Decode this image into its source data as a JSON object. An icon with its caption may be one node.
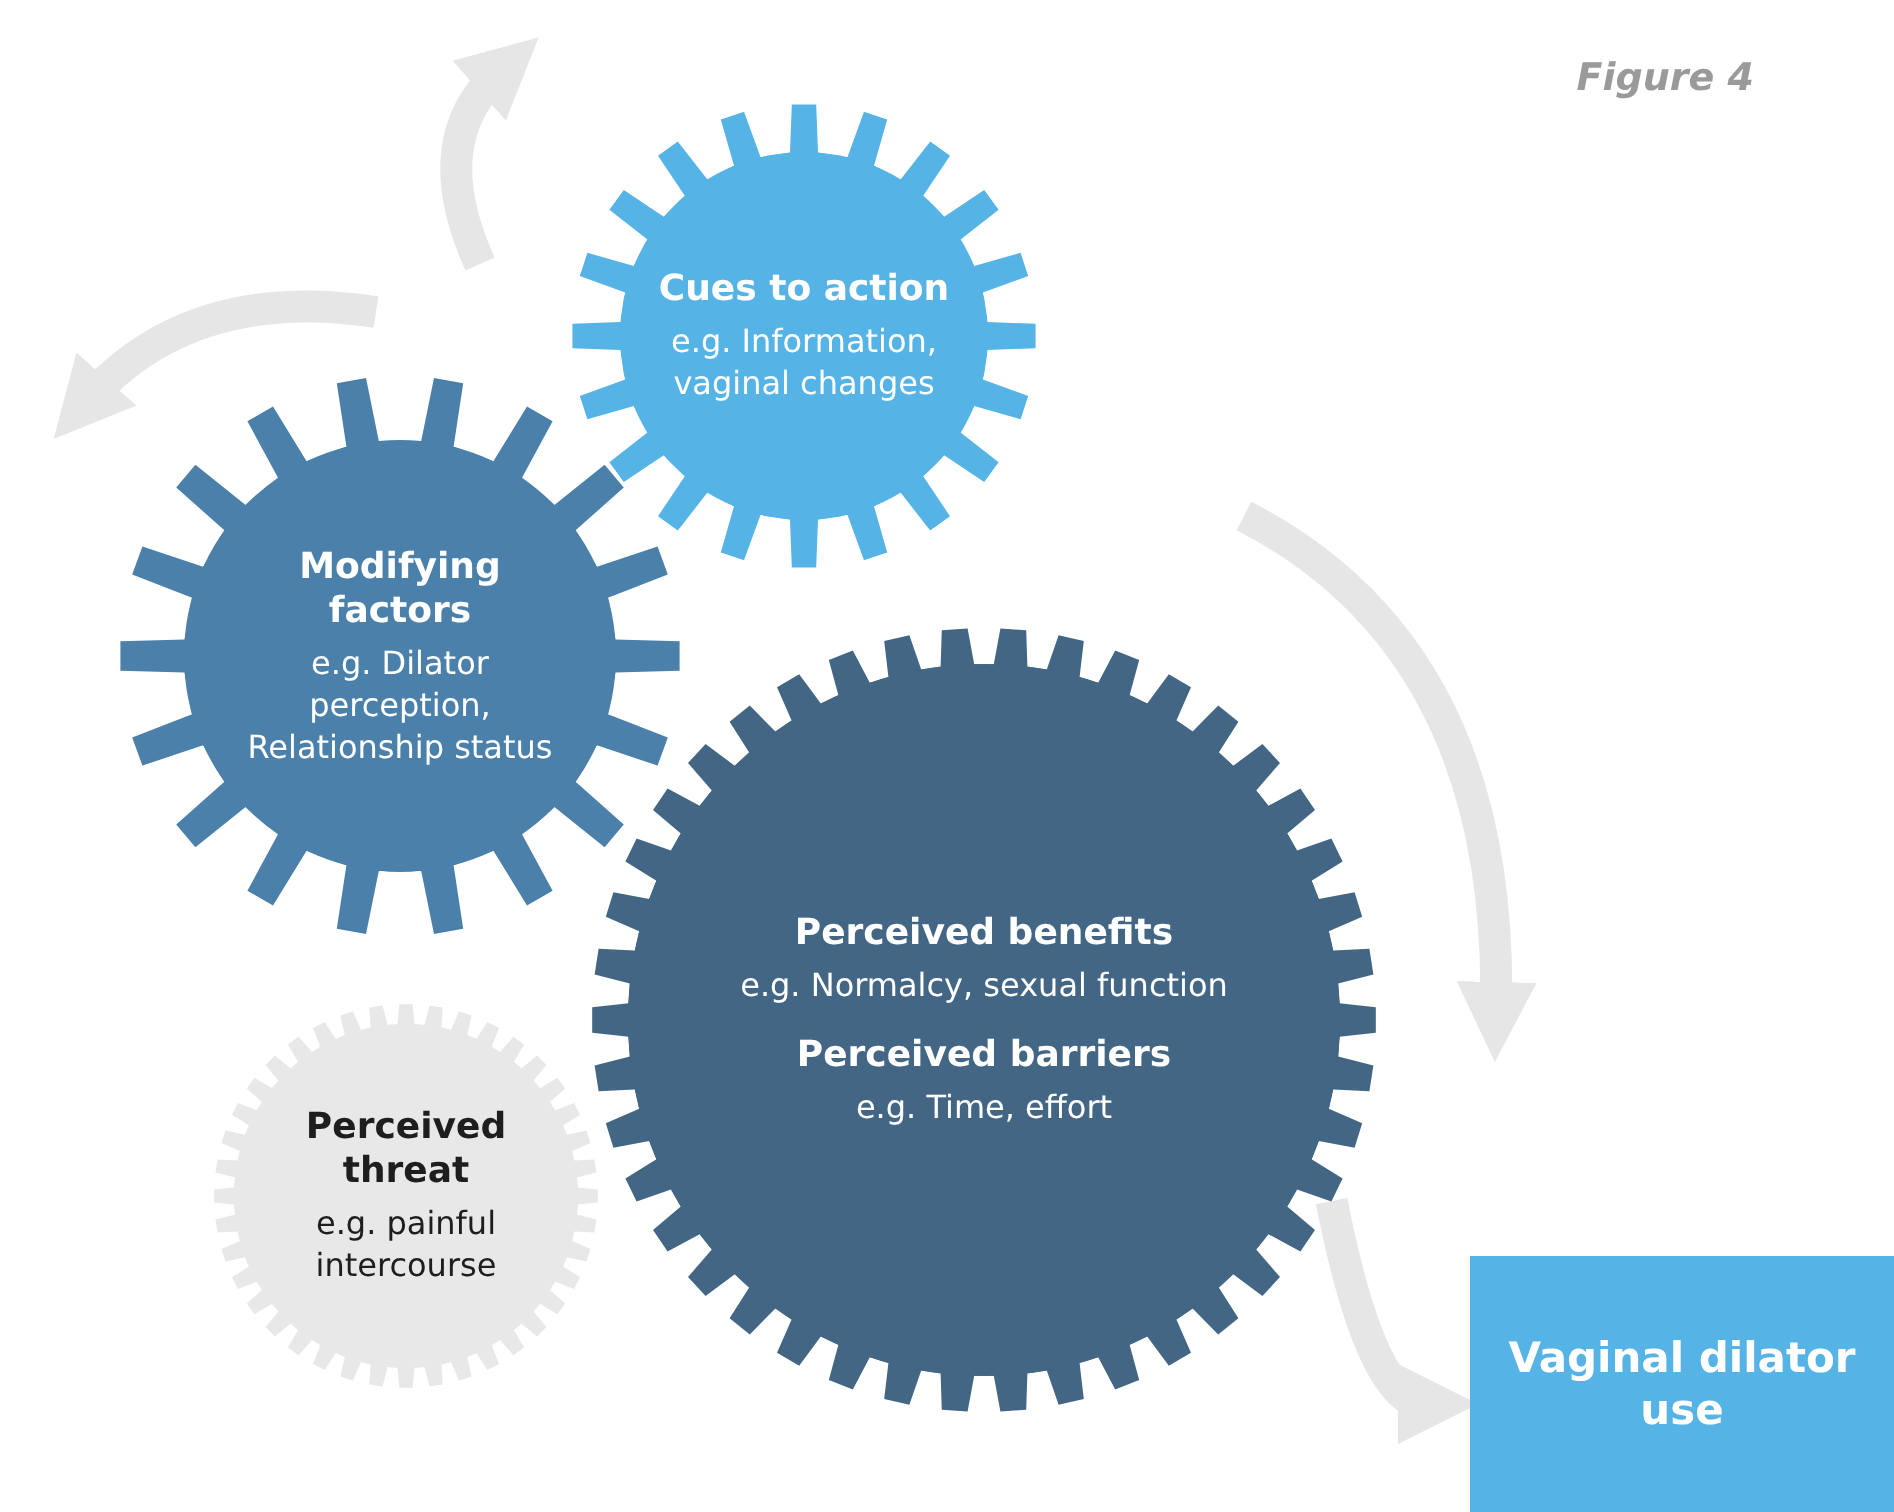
{
  "diagram": {
    "nodes": [
      {
        "text": [
          "Cues to action",
          "e.g. Information, vaginal changes"
        ]
      },
      {
        "text": [
          "Modifying factors",
          "e.g. Dilator perception, Relationship status"
        ]
      },
      {
        "text": [
          "Perceived benefits",
          "e.g. Normalcy, sexual function",
          "Perceived barriers",
          "e.g. Time, effort"
        ]
      },
      {
        "text": [
          "Perceived threat",
          "e.g. painful intercourse"
        ]
      },
      {
        "text": [
          "Vaginal dilator use"
        ]
      }
    ],
    "edges": [
      {
        "from": 2,
        "to": 4,
        "arrow": "to"
      }
    ],
    "labels": [
      "Figure 4"
    ]
  }
}
